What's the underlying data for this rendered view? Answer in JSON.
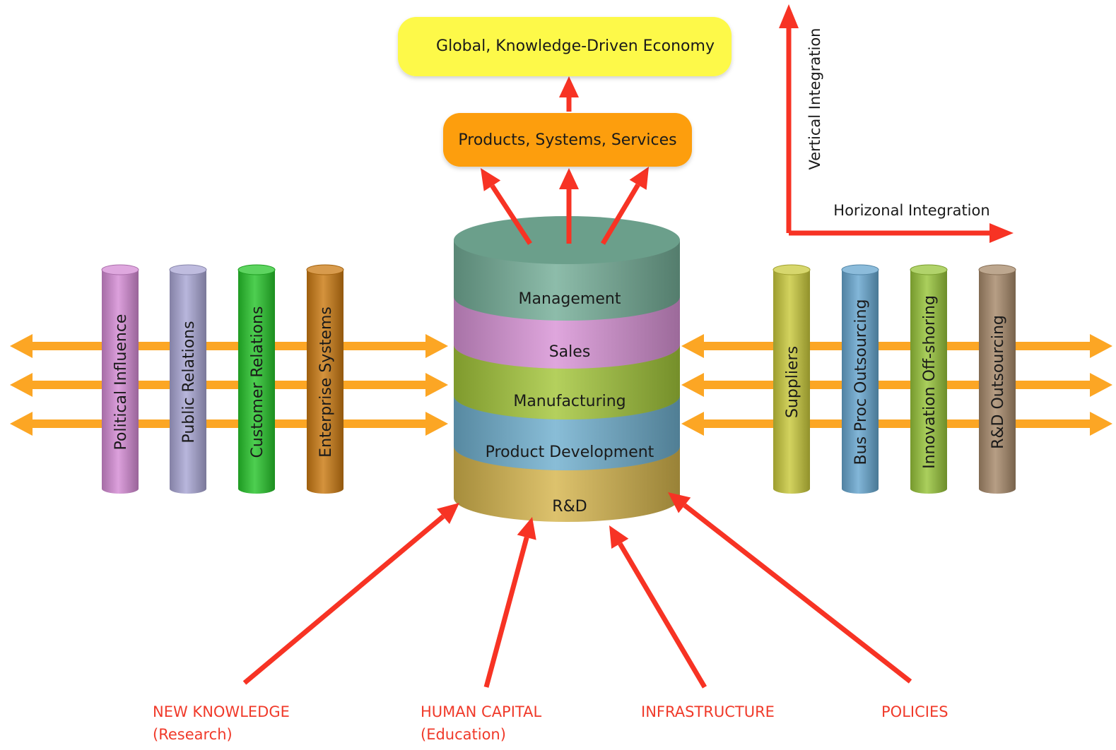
{
  "top_box": {
    "label": "Global, Knowledge-Driven Economy",
    "color": "#fdf94a"
  },
  "middle_box": {
    "label": "Products, Systems, Services",
    "color": "#fd9e08"
  },
  "stack_layers": [
    {
      "label": "Management",
      "color": "#74ad97"
    },
    {
      "label": "Sales",
      "color": "#d893d6"
    },
    {
      "label": "Manufacturing",
      "color": "#a3c63a"
    },
    {
      "label": "Product Development",
      "color": "#6fafce"
    },
    {
      "label": "R&D",
      "color": "#d5b54d"
    }
  ],
  "left_pillars": [
    {
      "label": "Political Influence",
      "color": "#d48bd4"
    },
    {
      "label": "Public Relations",
      "color": "#a9a6d4"
    },
    {
      "label": "Customer Relations",
      "color": "#27c52b"
    },
    {
      "label": "Enterprise Systems",
      "color": "#cb7a12"
    }
  ],
  "right_pillars": [
    {
      "label": "Suppliers",
      "color": "#c9c93c"
    },
    {
      "label": "Bus Proc Outsourcing",
      "color": "#66a6cf"
    },
    {
      "label": "Innovation Off-shoring",
      "color": "#97c43a"
    },
    {
      "label": "R&D Outsourcing",
      "color": "#a7896a"
    }
  ],
  "axes": {
    "vertical": "Vertical Integration",
    "horizontal": "Horizonal Integration"
  },
  "inputs": [
    {
      "line1": "NEW KNOWLEDGE",
      "line2": "(Research)"
    },
    {
      "line1": "HUMAN CAPITAL",
      "line2": "(Education)"
    },
    {
      "line1": "INFRASTRUCTURE",
      "line2": ""
    },
    {
      "line1": "POLICIES",
      "line2": ""
    }
  ],
  "colors": {
    "red_arrow": "#f73324",
    "orange_arrow": "#fca624",
    "input_text": "#f03a2a"
  }
}
